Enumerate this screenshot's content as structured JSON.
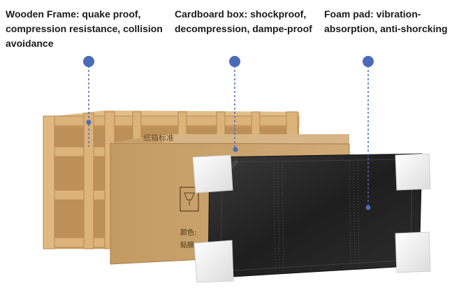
{
  "callouts": {
    "wooden_frame": "Wooden Frame: quake proof, compression resistance, collision avoidance",
    "cardboard_box": "Cardboard box: shockproof, decompression, dampe-proof",
    "foam_pad": "Foam pad: vibration-absorption, anti-shorcking"
  },
  "box_print": {
    "top_text": "纸箱标准",
    "side_text_1": "颜色:",
    "side_text_2": "贴膜:"
  },
  "colors": {
    "marker": "#4a6bb7",
    "wood": "#dcb37a",
    "wood_dark": "#b88a52",
    "cardboard": "#c9a06b",
    "cardboard_dark": "#a57c48",
    "display": "#2b2b2b",
    "foam": "#f4f4f4"
  }
}
